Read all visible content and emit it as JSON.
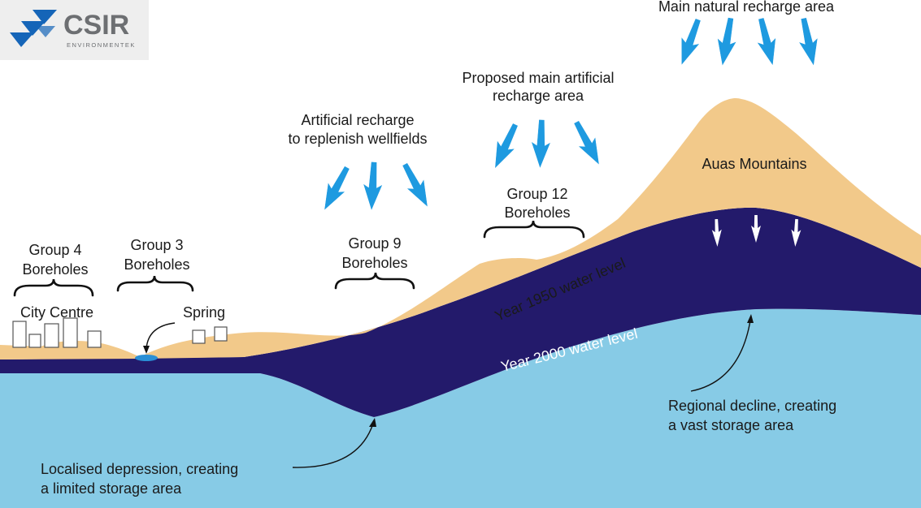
{
  "logo": {
    "name": "CSIR",
    "subtitle": "ENVIRONMENTEK"
  },
  "labels": {
    "main_natural_recharge": "Main natural recharge area",
    "proposed_artificial_line1": "Proposed main artificial",
    "proposed_artificial_line2": "recharge area",
    "artificial_replenish_line1": "Artificial recharge",
    "artificial_replenish_line2": "to replenish wellfields",
    "auas_mountains": "Auas Mountains",
    "group12_line1": "Group 12",
    "group12_line2": "Boreholes",
    "group9_line1": "Group 9",
    "group9_line2": "Boreholes",
    "group4_line1": "Group 4",
    "group4_line2": "Boreholes",
    "group3_line1": "Group 3",
    "group3_line2": "Boreholes",
    "city_centre": "City Centre",
    "spring": "Spring",
    "year1950": "Year 1950 water level",
    "year2000": "Year 2000 water level",
    "regional_line1": "Regional decline, creating",
    "regional_line2": "a vast storage area",
    "localised_line1": "Localised depression, creating",
    "localised_line2": "a limited storage area"
  },
  "colors": {
    "ground": "#f2c98a",
    "upper_water": "#231a6b",
    "lower_water": "#87cbe6",
    "recharge_arrow": "#1e9ae0",
    "spring": "#2a8fd6",
    "text": "#1a1a1a",
    "logo_blue": "#1565b8",
    "logo_gray": "#6d6f72"
  }
}
